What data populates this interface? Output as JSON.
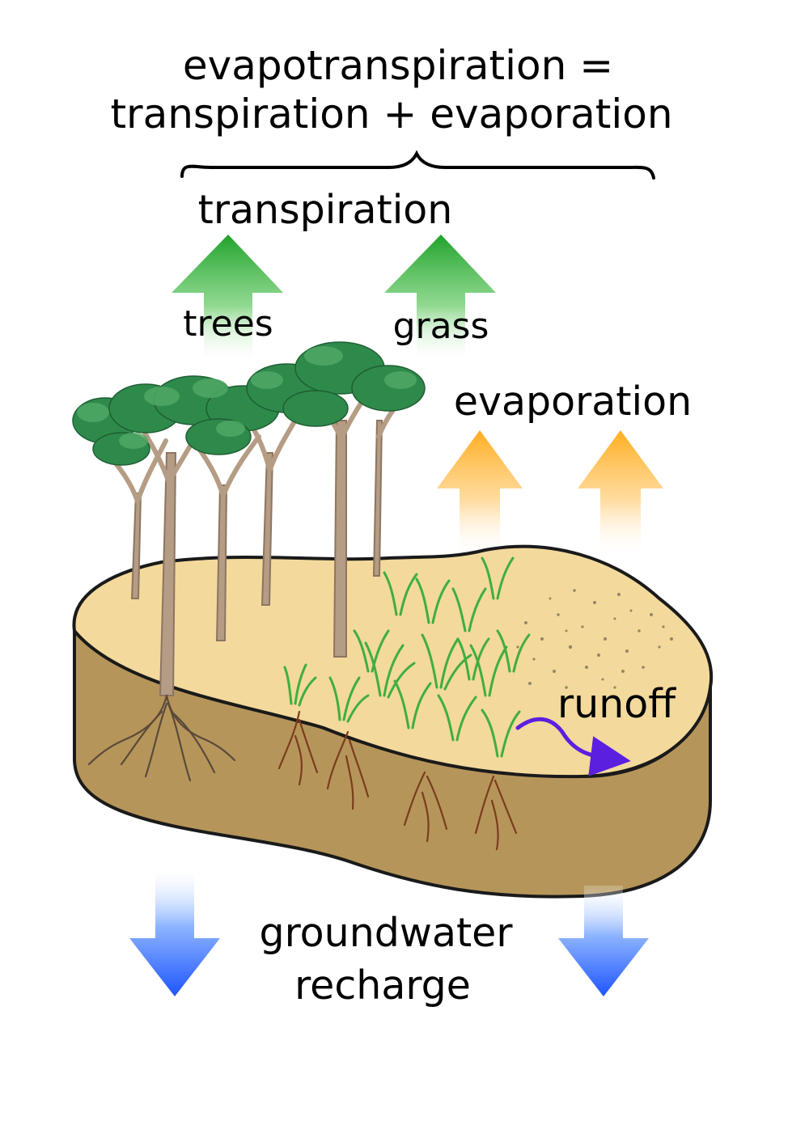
{
  "title": {
    "line1": "evapotranspiration =",
    "line2": "transpiration + evaporation"
  },
  "labels": {
    "transpiration": "transpiration",
    "trees": "trees",
    "grass": "grass",
    "evaporation": "evaporation",
    "runoff": "runoff",
    "groundwater_line1": "groundwater",
    "groundwater_line2": "recharge"
  },
  "colors": {
    "transpiration_arrow": "#1fa22a",
    "evaporation_arrow": "#ffad1f",
    "groundwater_arrow": "#1f5cff",
    "runoff_arrow": "#5b1fe0",
    "soil_top": "#f3d99c",
    "soil_side": "#b6955a",
    "tree_trunk": "#b59c84",
    "tree_canopy": "#2e8a4b",
    "grass": "#3fae3f",
    "roots": "#7a3d1c"
  }
}
